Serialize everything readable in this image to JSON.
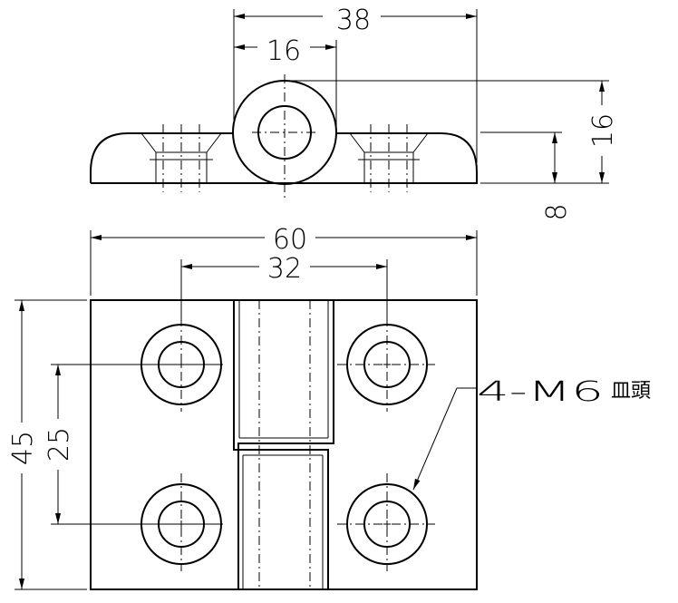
{
  "dimensions": {
    "top_width": "38",
    "knuckle_width": "16",
    "height_total": "16",
    "height_leaf": "8",
    "plan_width": "60",
    "hole_spacing_x": "32",
    "plan_height": "45",
    "hole_spacing_y": "25"
  },
  "note": {
    "hole_spec": "4-M6",
    "hole_type": "皿頭"
  }
}
